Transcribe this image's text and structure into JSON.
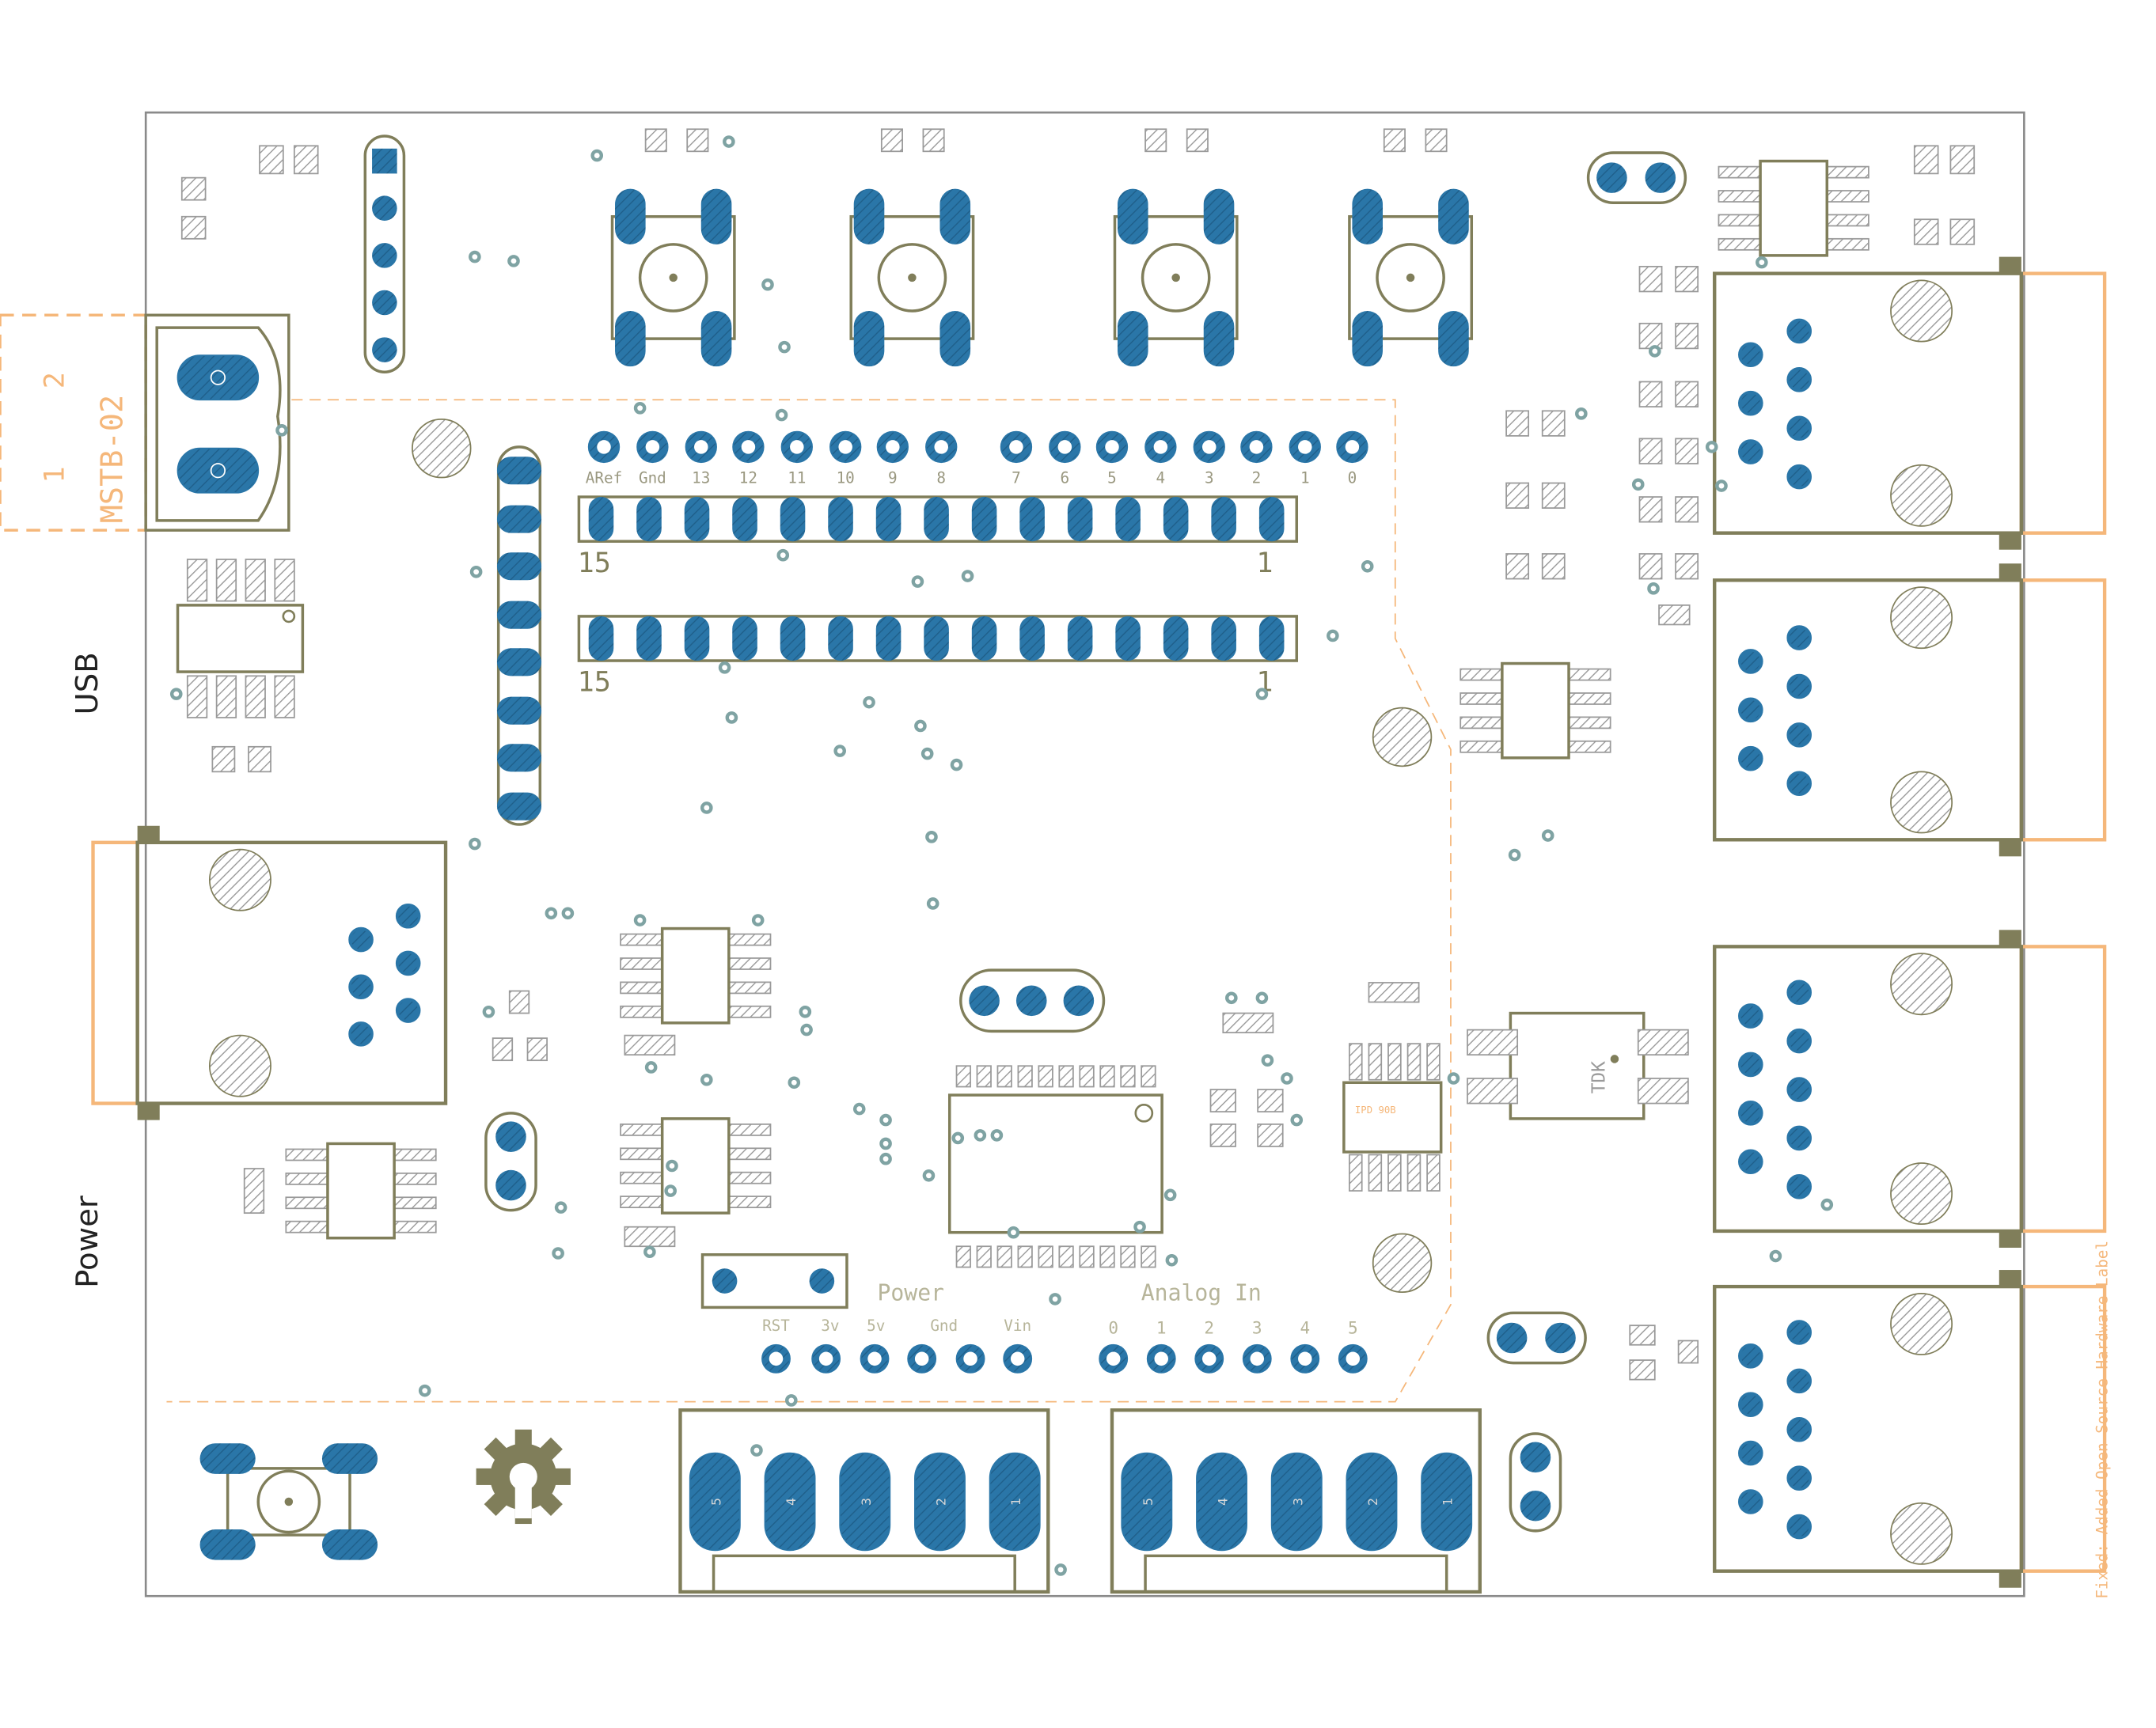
{
  "colors": {
    "board_outline": "#8a8a8a",
    "silkscreen": "#807e5a",
    "copper_pad": "#2a76a8",
    "hatch": "#9a9a9a",
    "via": "#7fa3a3",
    "mechanical": "#f5b77a",
    "text_black": "#222222"
  },
  "labels": {
    "usb": "USB",
    "power": "Power",
    "mstb": "MSTB-02",
    "pin1": "1",
    "pin2": "2",
    "fixed_note": "Fixed: Added Open Source Hardware Label",
    "tdk": "TDK",
    "ic_mark": "IPD 90B",
    "header_15_top": "15",
    "header_1_top": "1",
    "header_15_bottom": "15",
    "header_1_bottom": "1",
    "power_header": "Power",
    "analog_header": "Analog In"
  },
  "digital_pins": [
    "ARef",
    "Gnd",
    "13",
    "12",
    "11",
    "10",
    "9",
    "8",
    "7",
    "6",
    "5",
    "4",
    "3",
    "2",
    "1",
    "0"
  ],
  "power_pins": [
    "RST",
    "3v",
    "5v",
    "Gnd",
    "Vin"
  ],
  "analog_pins": [
    "0",
    "1",
    "2",
    "3",
    "4",
    "5"
  ],
  "terminal_numbers": [
    "5",
    "4",
    "3",
    "2",
    "1"
  ],
  "icons": [
    "open-hardware-gear-icon",
    "rj45-jack-icon",
    "tactile-switch-icon",
    "mounting-hole-icon"
  ]
}
